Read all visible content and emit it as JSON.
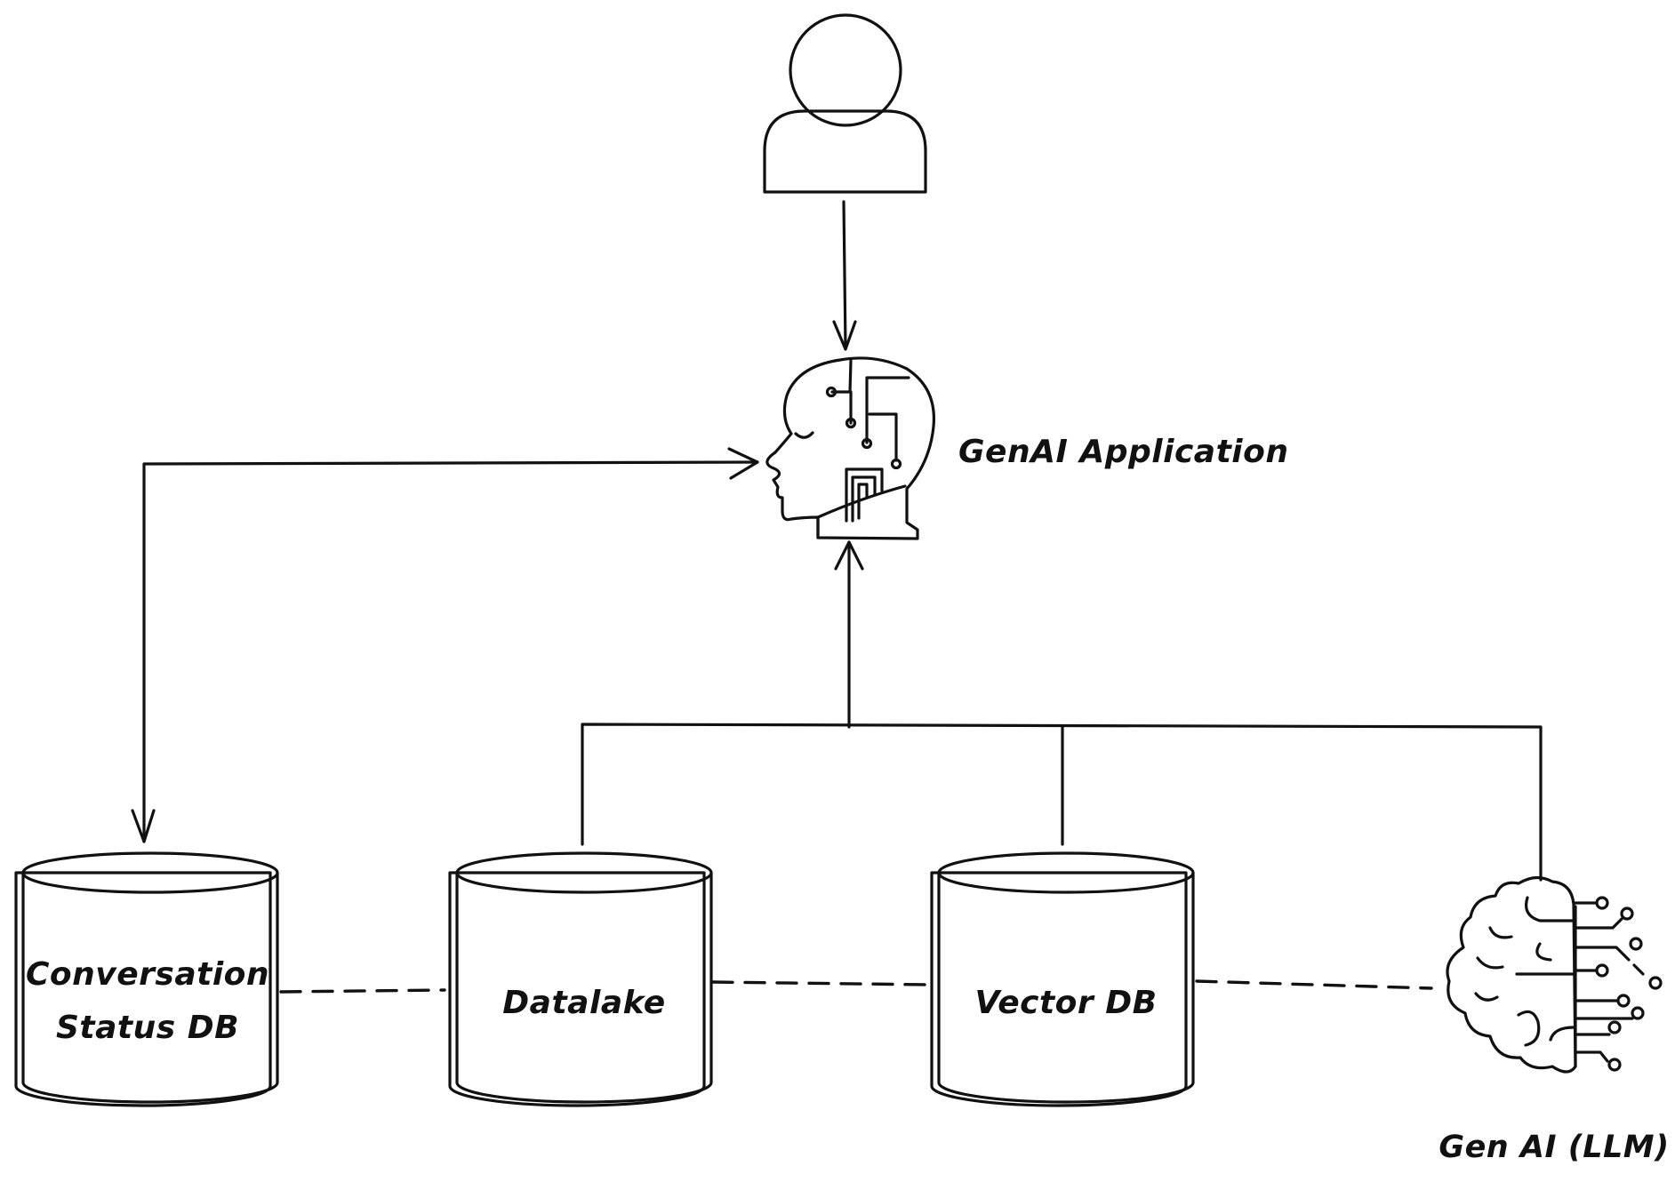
{
  "colors": {
    "fill": "#8ccffb",
    "stroke": "#111111",
    "background": "#ffffff"
  },
  "labels": {
    "genai_application": "GenAI Application",
    "conversation_db_line1": "Conversation",
    "conversation_db_line2": "Status DB",
    "datalake": "Datalake",
    "vector_db": "Vector DB",
    "gen_ai_llm": "Gen AI (LLM)"
  },
  "icons": {
    "user": "user-icon",
    "application": "ai-head-icon",
    "llm": "brain-circuit-icon"
  }
}
